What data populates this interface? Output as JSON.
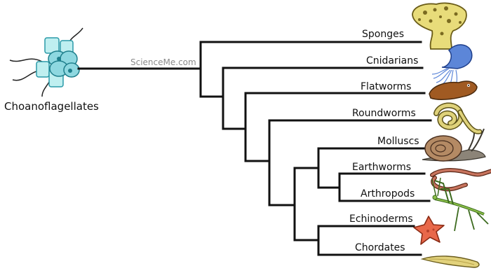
{
  "root": {
    "label": "Choanoflagellates",
    "icon": "choanoflagellate-icon"
  },
  "watermark": "ScienceMe.com",
  "taxa": [
    {
      "label": "Sponges",
      "icon": "sponge-icon"
    },
    {
      "label": "Cnidarians",
      "icon": "jellyfish-icon"
    },
    {
      "label": "Flatworms",
      "icon": "flatworm-icon"
    },
    {
      "label": "Roundworms",
      "icon": "roundworm-icon"
    },
    {
      "label": "Molluscs",
      "icon": "snail-icon"
    },
    {
      "label": "Earthworms",
      "icon": "earthworm-icon"
    },
    {
      "label": "Arthropods",
      "icon": "mantis-icon"
    },
    {
      "label": "Echinoderms",
      "icon": "starfish-icon"
    },
    {
      "label": "Chordates",
      "icon": "lancelet-icon"
    }
  ],
  "colors": {
    "line": "#111111",
    "watermark": "#8a8a8a"
  }
}
